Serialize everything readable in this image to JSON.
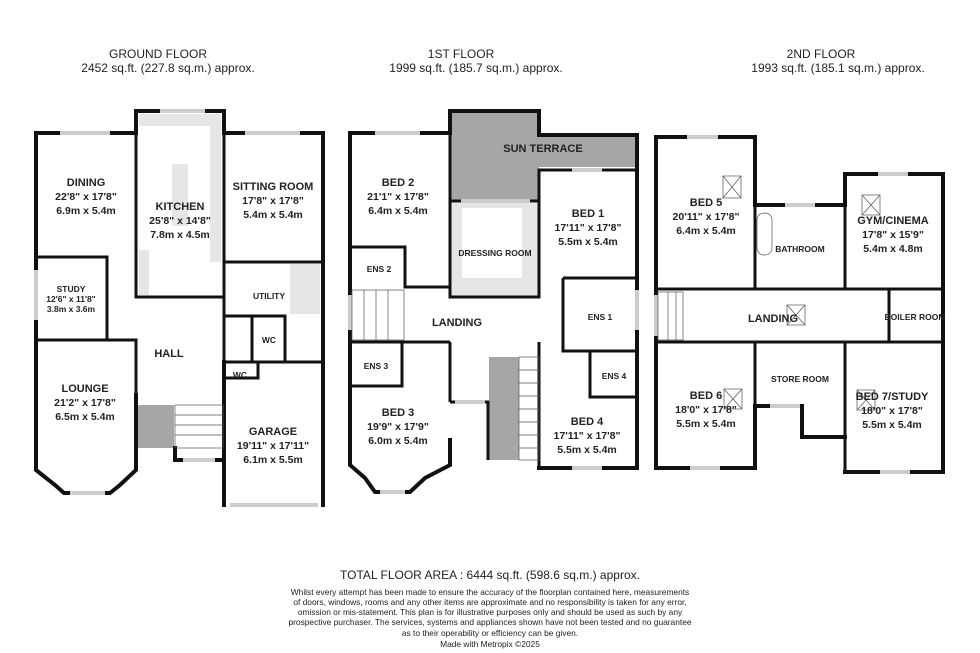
{
  "floors": [
    {
      "title": "GROUND FLOOR",
      "area": "2452 sq.ft. (227.8 sq.m.) approx.",
      "rooms": [
        {
          "name": "DINING",
          "imperial": "22'8\"  x 17'8\"",
          "metric": "6.9m  x 5.4m"
        },
        {
          "name": "KITCHEN",
          "imperial": "25'8\"  x 14'8\"",
          "metric": "7.8m  x 4.5m"
        },
        {
          "name": "SITTING ROOM",
          "imperial": "17'8\"  x 17'8\"",
          "metric": "5.4m  x 5.4m"
        },
        {
          "name": "STUDY",
          "imperial": "12'6\"  x 11'8\"",
          "metric": "3.8m  x 3.6m"
        },
        {
          "name": "UTILITY"
        },
        {
          "name": "WC"
        },
        {
          "name": "HALL"
        },
        {
          "name": "WC"
        },
        {
          "name": "LOUNGE",
          "imperial": "21'2\"  x 17'8\"",
          "metric": "6.5m  x 5.4m"
        },
        {
          "name": "GARAGE",
          "imperial": "19'11\"  x 17'11\"",
          "metric": "6.1m  x 5.5m"
        }
      ]
    },
    {
      "title": "1ST FLOOR",
      "area": "1999 sq.ft. (185.7 sq.m.) approx.",
      "rooms": [
        {
          "name": "SUN TERRACE"
        },
        {
          "name": "BED 2",
          "imperial": "21'1\"  x 17'8\"",
          "metric": "6.4m  x 5.4m"
        },
        {
          "name": "BED 1",
          "imperial": "17'11\"  x 17'8\"",
          "metric": "5.5m  x 5.4m"
        },
        {
          "name": "DRESSING ROOM"
        },
        {
          "name": "ENS 2"
        },
        {
          "name": "LANDING"
        },
        {
          "name": "ENS 1"
        },
        {
          "name": "ENS 3"
        },
        {
          "name": "ENS 4"
        },
        {
          "name": "BED 3",
          "imperial": "19'9\"  x 17'9\"",
          "metric": "6.0m  x 5.4m"
        },
        {
          "name": "BED 4",
          "imperial": "17'11\"  x 17'8\"",
          "metric": "5.5m  x 5.4m"
        }
      ]
    },
    {
      "title": "2ND FLOOR",
      "area": "1993 sq.ft. (185.1 sq.m.) approx.",
      "rooms": [
        {
          "name": "BED 5",
          "imperial": "20'11\"  x 17'8\"",
          "metric": "6.4m  x 5.4m"
        },
        {
          "name": "GYM/CINEMA",
          "imperial": "17'8\"  x 15'9\"",
          "metric": "5.4m  x 4.8m"
        },
        {
          "name": "BATHROOM"
        },
        {
          "name": "LANDING"
        },
        {
          "name": "BOILER ROOM"
        },
        {
          "name": "STORE ROOM"
        },
        {
          "name": "BED 6",
          "imperial": "18'0\"  x 17'8\"",
          "metric": "5.5m  x 5.4m"
        },
        {
          "name": "BED 7/STUDY",
          "imperial": "18'0\"  x 17'8\"",
          "metric": "5.5m  x 5.4m"
        }
      ]
    }
  ],
  "total_area": "TOTAL FLOOR AREA : 6444 sq.ft. (598.6 sq.m.) approx.",
  "disclaimer": [
    "Whilst every attempt has been made to ensure the accuracy of the floorplan contained here, measurements",
    "of doors, windows, rooms and any other items are approximate and no responsibility is taken for any error,",
    "omission or mis-statement. This plan is for illustrative purposes only and should be used as such by any",
    "prospective purchaser. The services, systems and appliances shown have not been tested and no guarantee",
    "as to their operability or efficiency can be given."
  ],
  "credit": "Made with Metropix ©2025",
  "colors": {
    "wall": "#111111",
    "terrace": "#a6a6a6",
    "fitted": "#e6e6e6"
  }
}
